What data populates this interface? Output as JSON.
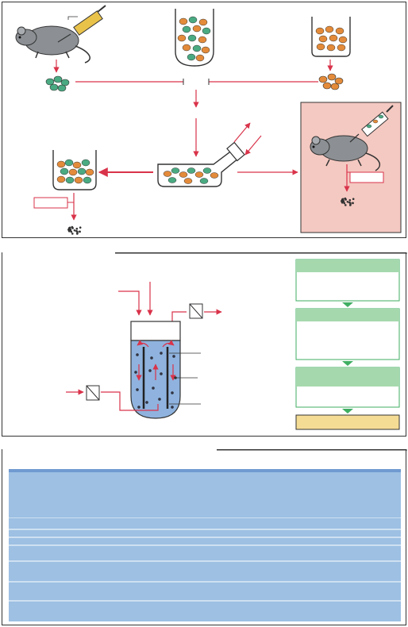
{
  "figure": {
    "panels": [
      {
        "id": "a",
        "content": "hybridoma-production-schematic"
      },
      {
        "id": "b",
        "content": "airlift-fermenter-schematic"
      },
      {
        "id": "c",
        "content": "table-background"
      }
    ]
  },
  "colors": {
    "arrow_red": "#d9334a",
    "cell_green": "#4aaa82",
    "cell_orange": "#e38b3a",
    "mouse_gray": "#8c9094",
    "syringe_fluid": "#e9c24a",
    "mouse_bg": "#f4c9c1",
    "fermenter_fluid": "#8fb3de",
    "flow_box_header": "#a6d8ae",
    "flow_box_body": "#ffffff",
    "flow_arrow": "#3fae62",
    "flow_final": "#f5dc95",
    "table_header": "#8fb2dc",
    "table_body": "#9dc0e3"
  },
  "table": {
    "row_count": 8
  }
}
